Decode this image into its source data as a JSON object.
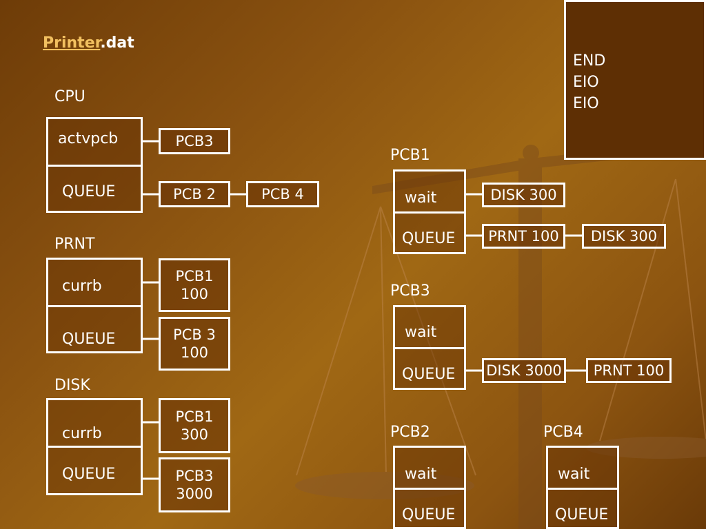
{
  "title": {
    "link_text": "Printer",
    "suffix": ".dat"
  },
  "end_panel": {
    "lines": [
      "END",
      "EIO",
      "EIO"
    ]
  },
  "cpu": {
    "label": "CPU",
    "fields": [
      "actvpcb",
      "QUEUE"
    ],
    "active": "PCB3",
    "queue": [
      "PCB 2",
      "PCB 4"
    ]
  },
  "prnt": {
    "label": "PRNT",
    "fields": [
      "currb",
      "QUEUE"
    ],
    "current": "PCB1\n100",
    "queue": "PCB 3\n100"
  },
  "disk": {
    "label": "DISK",
    "fields": [
      "currb",
      "QUEUE"
    ],
    "current": "PCB1\n300",
    "queue": "PCB3\n3000"
  },
  "pcb1": {
    "label": "PCB1",
    "fields": [
      "wait",
      "QUEUE"
    ],
    "wait": "DISK 300",
    "queue": [
      "PRNT 100",
      "DISK 300"
    ]
  },
  "pcb3": {
    "label": "PCB3",
    "fields": [
      "wait",
      "QUEUE"
    ],
    "queue": [
      "DISK 3000",
      "PRNT 100"
    ]
  },
  "pcb2": {
    "label": "PCB2",
    "fields": [
      "wait",
      "QUEUE"
    ]
  },
  "pcb4": {
    "label": "PCB4",
    "fields": [
      "wait",
      "QUEUE"
    ]
  }
}
